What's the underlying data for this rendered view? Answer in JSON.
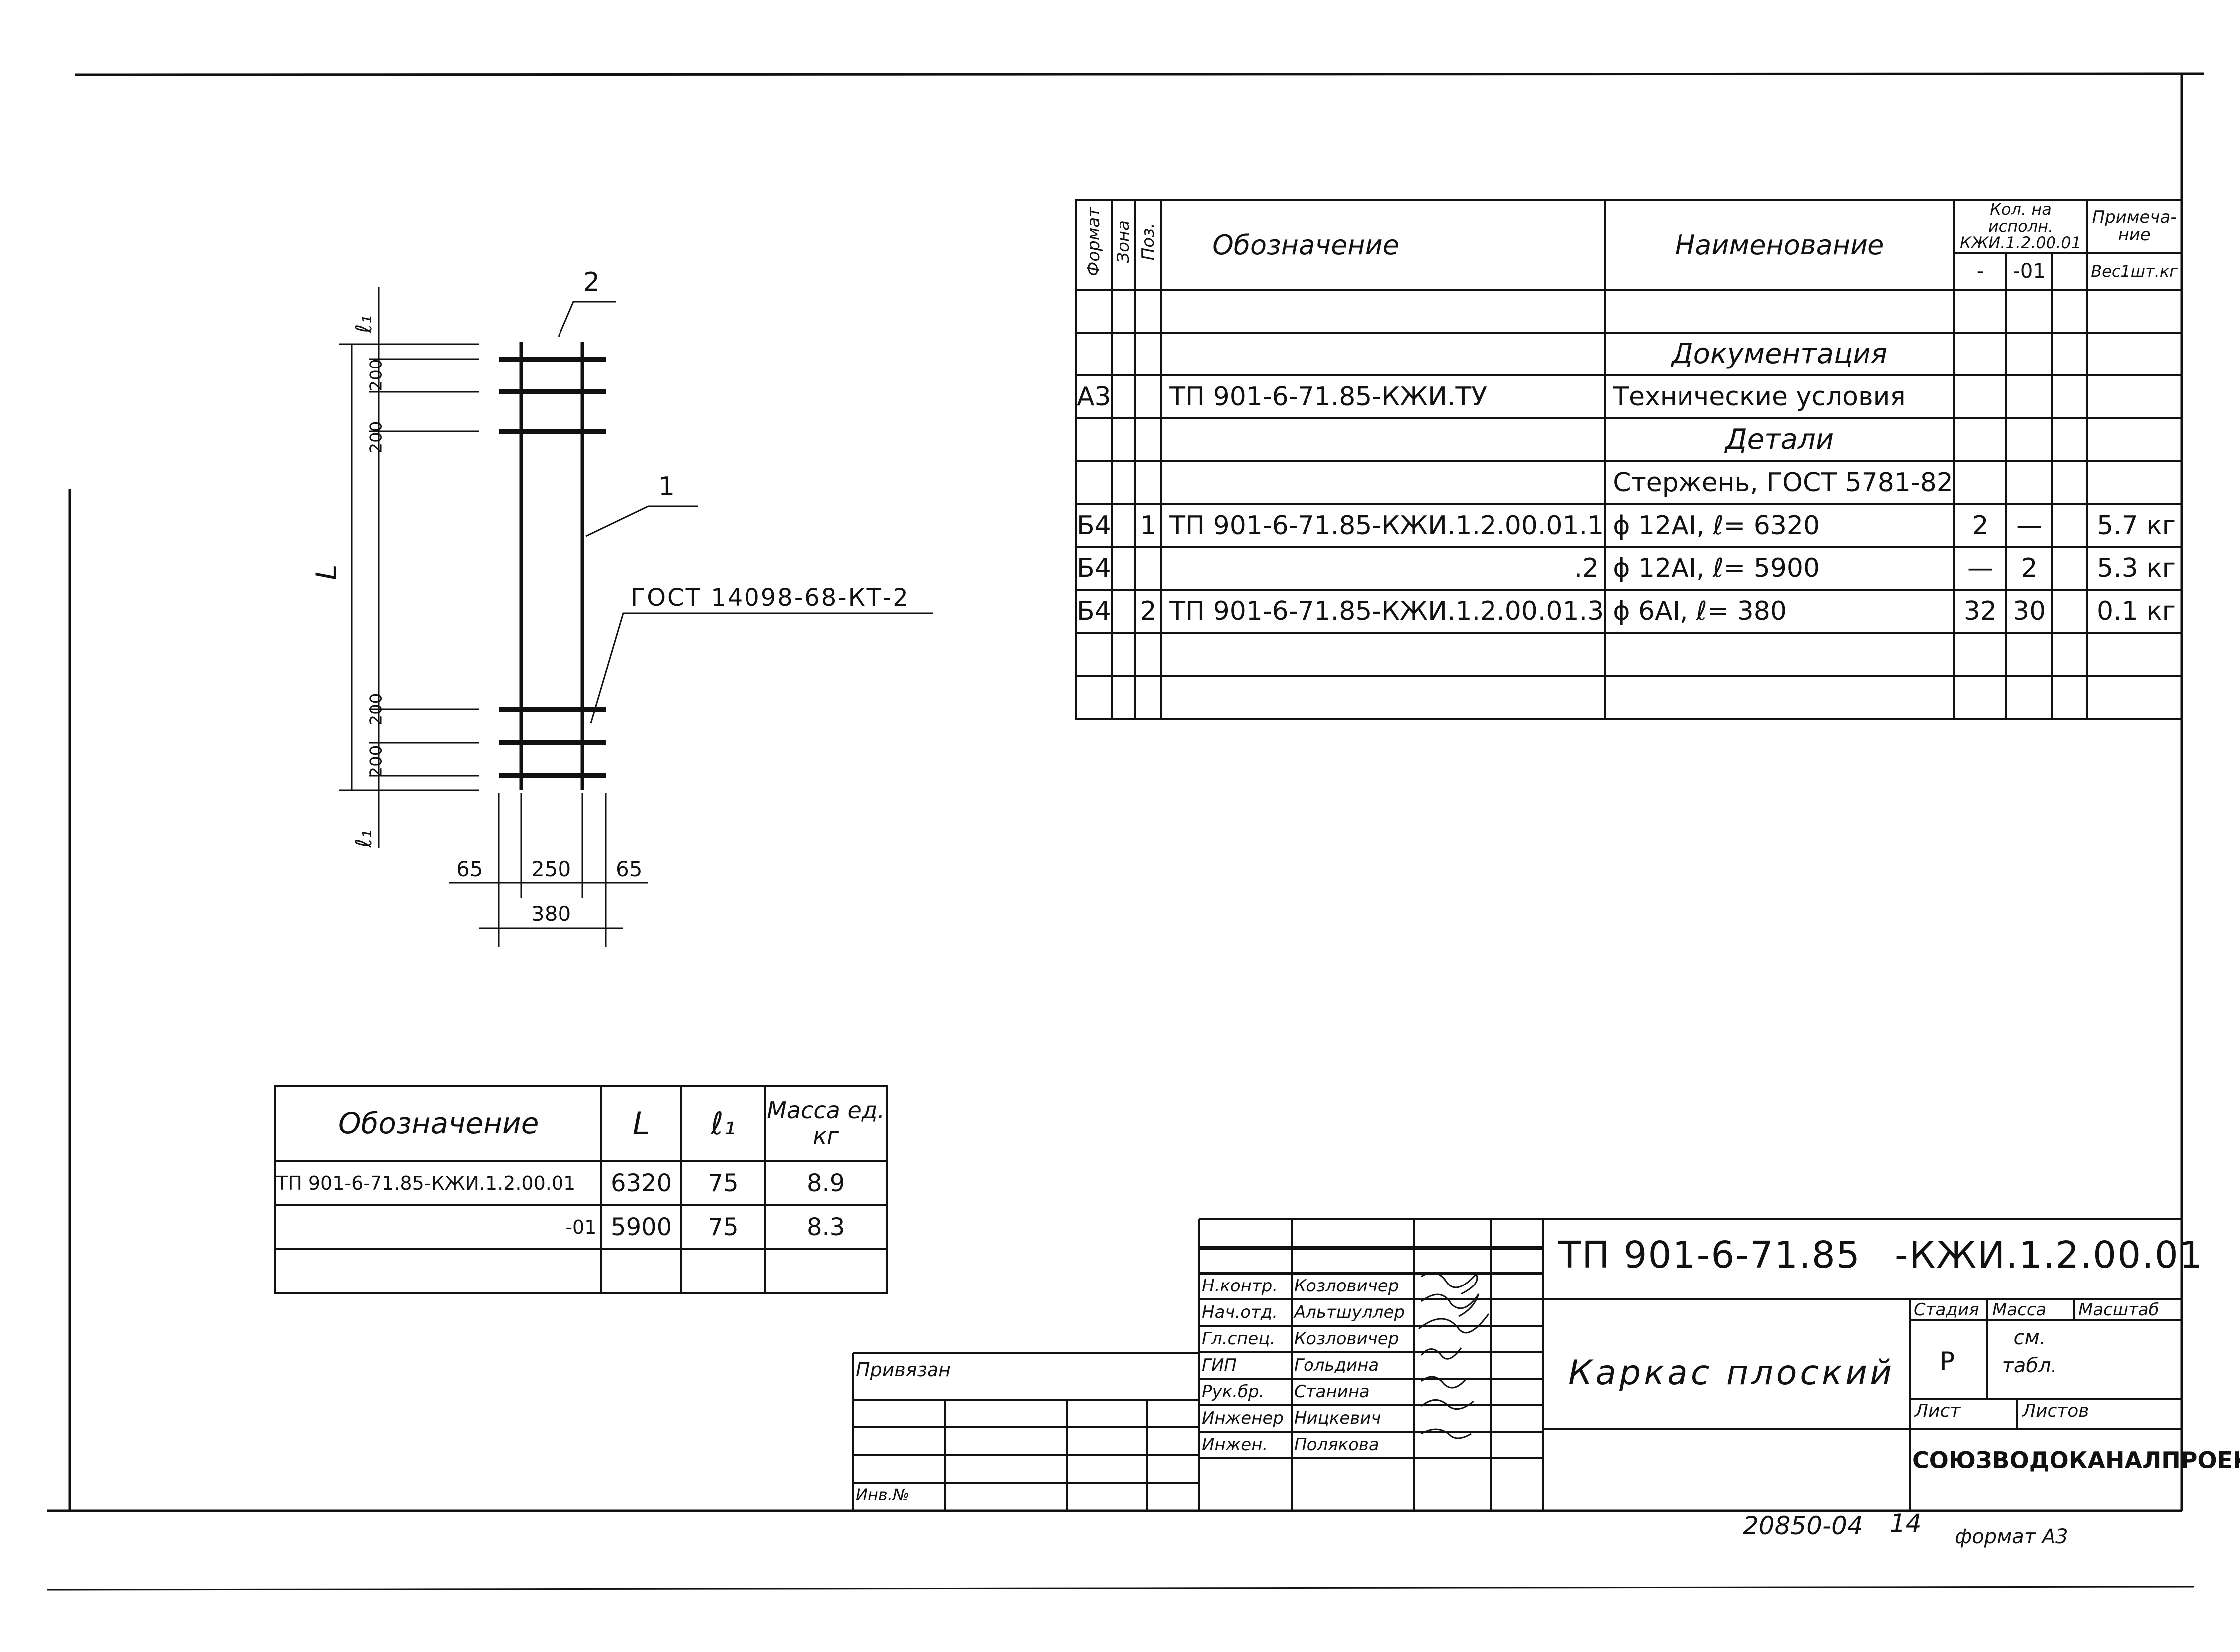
{
  "spec_table": {
    "headers": {
      "format": "Формат",
      "zone": "Зона",
      "pos": "Поз.",
      "designation": "Обозначение",
      "name": "Наименование",
      "qty_title": "Кол. на исполн. КЖИ.1.2.00.01",
      "qty_a": "-",
      "qty_b": "-01",
      "note_title": "Примеча-ние",
      "note_sub": "Вес1шт.кг"
    },
    "rows": [
      {
        "format": "",
        "pos": "",
        "designation": "",
        "name": "",
        "q1": "",
        "q2": "",
        "note": ""
      },
      {
        "format": "",
        "pos": "",
        "designation": "",
        "name": "Документация",
        "q1": "",
        "q2": "",
        "note": ""
      },
      {
        "format": "А3",
        "pos": "",
        "designation": "ТП 901-6-71.85-КЖИ.ТУ",
        "name": "Технические условия",
        "q1": "",
        "q2": "",
        "note": ""
      },
      {
        "format": "",
        "pos": "",
        "designation": "",
        "name": "Детали",
        "q1": "",
        "q2": "",
        "note": ""
      },
      {
        "format": "",
        "pos": "",
        "designation": "",
        "name": "Стержень, ГОСТ 5781-82",
        "q1": "",
        "q2": "",
        "note": ""
      },
      {
        "format": "Б4",
        "pos": "1",
        "designation": "ТП 901-6-71.85-КЖИ.1.2.00.01.1",
        "name": "ϕ 12АI, ℓ= 6320",
        "q1": "2",
        "q2": "—",
        "note": "5.7 кг"
      },
      {
        "format": "Б4",
        "pos": "",
        "designation": ".2",
        "name": "ϕ 12АI, ℓ= 5900",
        "q1": "—",
        "q2": "2",
        "note": "5.3 кг"
      },
      {
        "format": "Б4",
        "pos": "2",
        "designation": "ТП 901-6-71.85-КЖИ.1.2.00.01.3",
        "name": "ϕ 6АI, ℓ= 380",
        "q1": "32",
        "q2": "30",
        "note": "0.1 кг"
      },
      {
        "format": "",
        "pos": "",
        "designation": "",
        "name": "",
        "q1": "",
        "q2": "",
        "note": ""
      },
      {
        "format": "",
        "pos": "",
        "designation": "",
        "name": "",
        "q1": "",
        "q2": "",
        "note": ""
      }
    ]
  },
  "mass_table": {
    "headers": {
      "designation": "Обозначение",
      "L": "L",
      "l1": "ℓ₁",
      "mass": "Масса ед. кг"
    },
    "rows": [
      {
        "designation": "ТП 901-6-71.85-КЖИ.1.2.00.01",
        "L": "6320",
        "l1": "75",
        "mass": "8.9"
      },
      {
        "designation": "-01",
        "L": "5900",
        "l1": "75",
        "mass": "8.3"
      },
      {
        "designation": "",
        "L": "",
        "l1": "",
        "mass": ""
      }
    ]
  },
  "drawing": {
    "leader_1": "1",
    "leader_2": "2",
    "gost_note": "ГОСТ 14098-68-КТ-2",
    "dim_L": "L",
    "dim_l1": "ℓ₁",
    "dim_200": "200",
    "dim_65": "65",
    "dim_250": "250",
    "dim_380": "380"
  },
  "title_block": {
    "code_left": "ТП 901-6-71.85",
    "code_right": "-КЖИ.1.2.00.01",
    "title": "Каркас плоский",
    "stage_label": "Стадия",
    "mass_label": "Масса",
    "scale_label": "Масштаб",
    "stage_value": "Р",
    "mass_value": "см. табл.",
    "sheet_label": "Лист",
    "sheets_label": "Листов",
    "org": "СОЮЗВОДОКАНАЛПРОЕКТ",
    "privyazan": "Привязан",
    "inv_no": "Инв.№",
    "signatures": [
      {
        "role": "Н.контр.",
        "name": "Козловичер"
      },
      {
        "role": "Нач.отд.",
        "name": "Альтшуллер"
      },
      {
        "role": "Гл.спец.",
        "name": "Козловичер"
      },
      {
        "role": "ГИП",
        "name": "Гольдина"
      },
      {
        "role": "Рук.бр.",
        "name": "Станина"
      },
      {
        "role": "Инженер",
        "name": "Ницкевич"
      },
      {
        "role": "Инжен.",
        "name": "Полякова"
      }
    ]
  },
  "footer": {
    "archive_no": "20850-04",
    "page_no": "14",
    "format": "формат А3"
  }
}
